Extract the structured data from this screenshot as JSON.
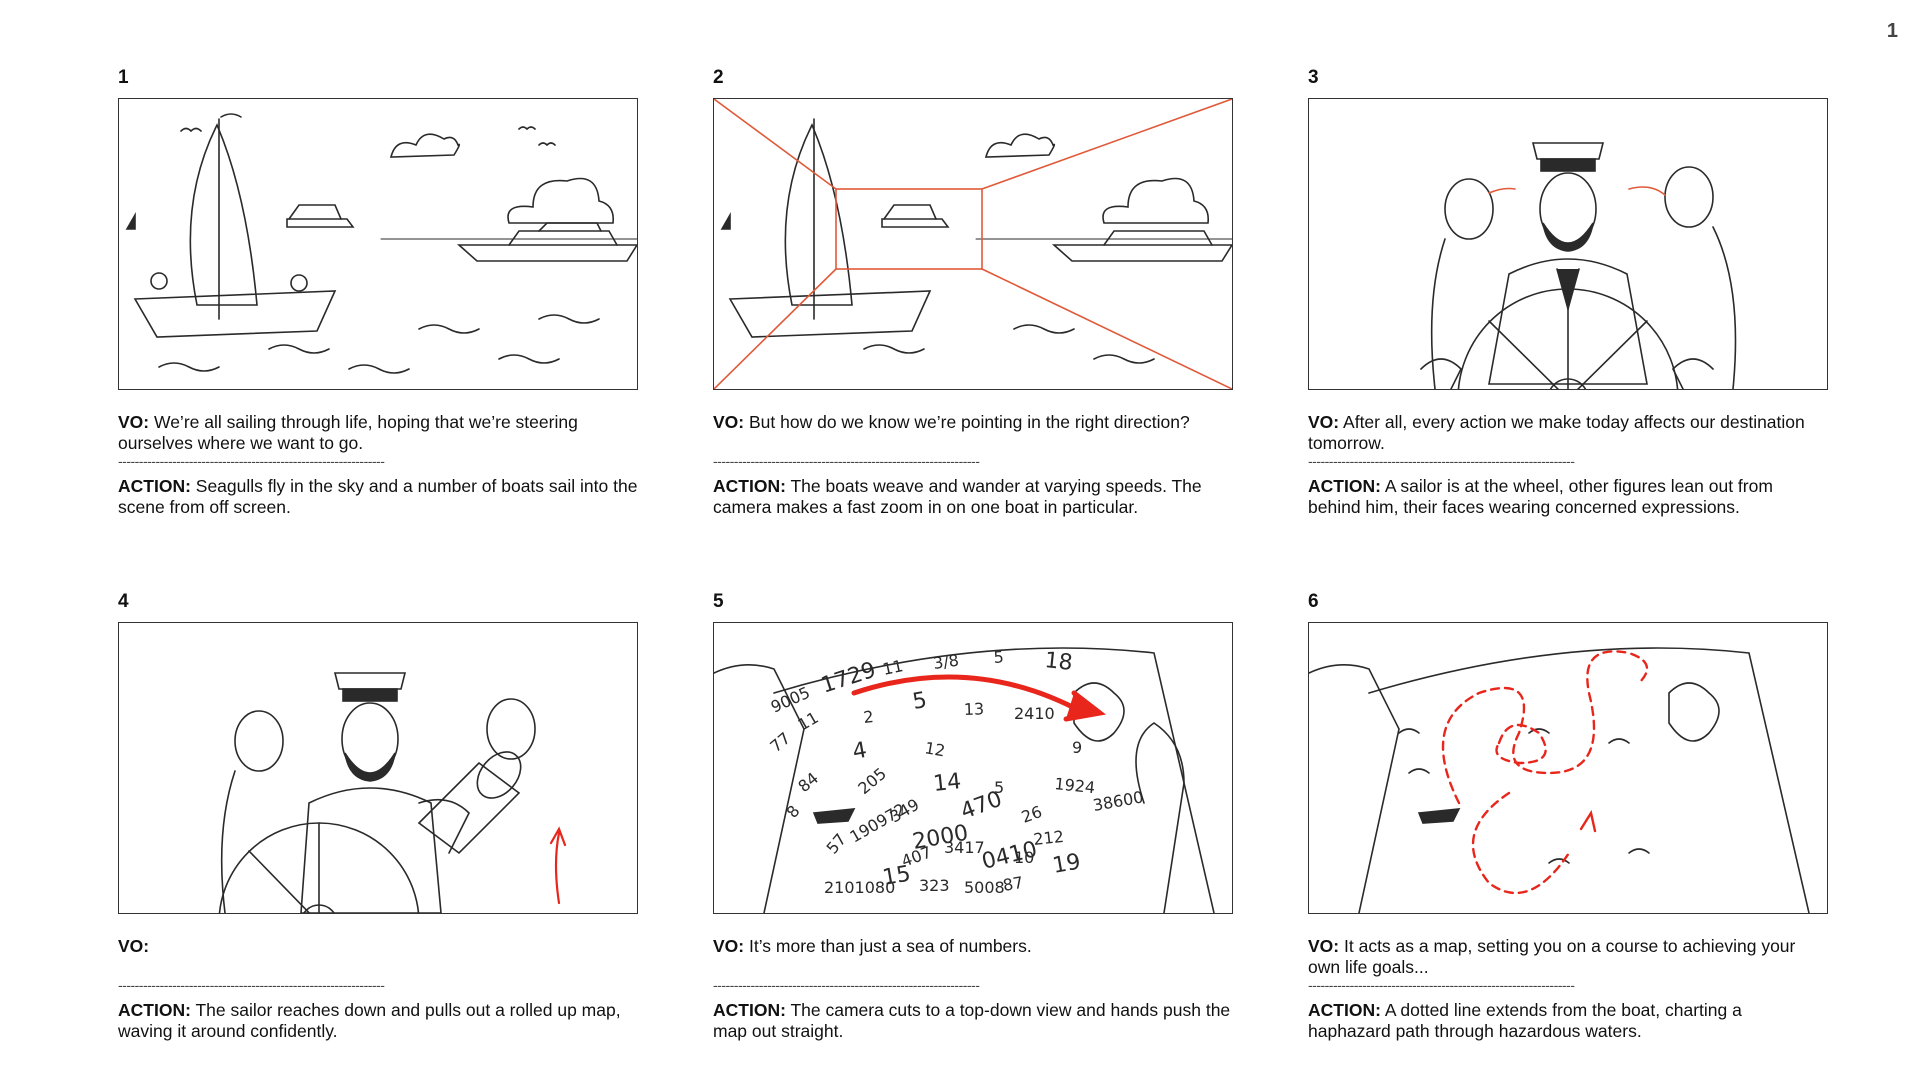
{
  "page_number": "1",
  "panels": [
    {
      "number": "1",
      "vo_label": "VO:",
      "vo": "We’re all sailing through life, hoping that we’re steering ourselves where we want to go.",
      "separator": "----------------------------------------------------------------",
      "action_label": "ACTION:",
      "action": "Seagulls fly in the sky and a number of boats sail into the scene from off screen."
    },
    {
      "number": "2",
      "vo_label": "VO:",
      "vo": "But how do we know we’re pointing in the right direction?",
      "separator": "----------------------------------------------------------------",
      "action_label": "ACTION:",
      "action": "The boats weave and wander at varying speeds. The camera makes a fast zoom in on one boat in particular."
    },
    {
      "number": "3",
      "vo_label": "VO:",
      "vo": "After all, every action we make today affects our destination tomorrow.",
      "separator": "----------------------------------------------------------------",
      "action_label": "ACTION:",
      "action": "A sailor is at the wheel, other figures lean out from behind him, their faces wearing concerned expressions."
    },
    {
      "number": "4",
      "vo_label": "VO:",
      "vo": "",
      "separator": "----------------------------------------------------------------",
      "action_label": "ACTION:",
      "action": "The sailor reaches down and pulls out a rolled up map, waving it around confidently."
    },
    {
      "number": "5",
      "vo_label": "VO:",
      "vo": "It’s more than just a sea of numbers.",
      "separator": "----------------------------------------------------------------",
      "action_label": "ACTION:",
      "action": "The camera cuts to a top-down view and hands push the map out straight."
    },
    {
      "number": "6",
      "vo_label": "VO:",
      "vo": "It acts as a map, setting you on a course to achieving your own life goals...",
      "separator": "----------------------------------------------------------------",
      "action_label": "ACTION:",
      "action": "A dotted line extends from the boat, charting a haphazard path through hazardous waters."
    }
  ],
  "sketch_numbers": [
    "1729",
    "11",
    "3/8",
    "5",
    "18",
    "9005",
    "11",
    "2",
    "5",
    "13",
    "2410",
    "77",
    "4",
    "12",
    "84",
    "205",
    "14",
    "5",
    "1924",
    "349",
    "470",
    "26",
    "38600",
    "190972",
    "2000",
    "3417",
    "212",
    "2101080",
    "15",
    "323",
    "5008",
    "87",
    "19",
    "8",
    "57",
    "407",
    "0410",
    "10",
    "9"
  ],
  "colors": {
    "accent_red": "#e8261c",
    "guide_orange": "#e05a3a",
    "pencil": "#2a2a2a"
  }
}
